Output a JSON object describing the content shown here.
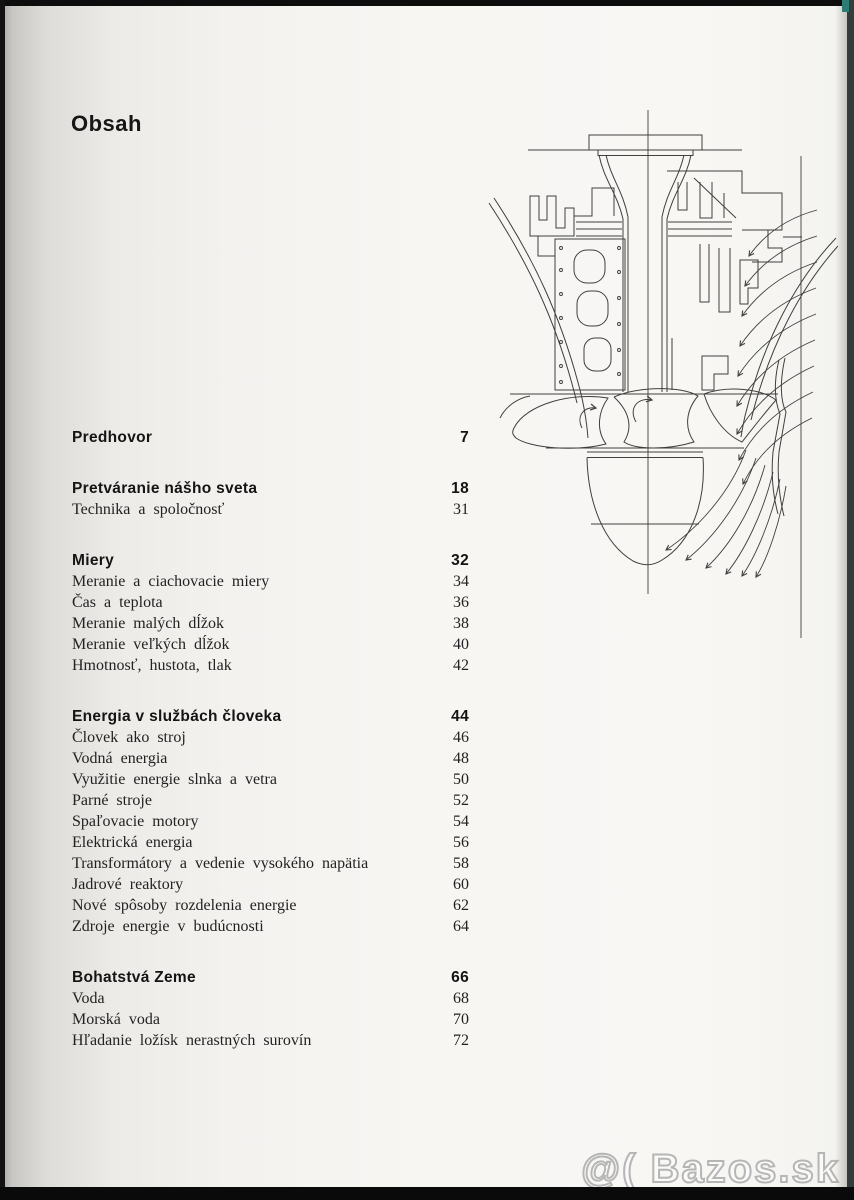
{
  "page": {
    "title": "Obsah",
    "watermark": "@( Bazos.sk",
    "drawing": {
      "name": "water-turbine-cross-section"
    },
    "colors": {
      "ink": "#3f3f3f",
      "text": "#1b1b1b",
      "frame": "#0d0d0d",
      "teal_corner": "#2e7d74"
    }
  },
  "toc": {
    "sections": [
      {
        "title": "Predhovor",
        "page": "7",
        "entries": []
      },
      {
        "title": "Pretváranie nášho sveta",
        "page": "18",
        "entries": [
          {
            "label": "Technika a spoločnosť",
            "page": "31"
          }
        ]
      },
      {
        "title": "Miery",
        "page": "32",
        "entries": [
          {
            "label": "Meranie a ciachovacie miery",
            "page": "34"
          },
          {
            "label": "Čas a teplota",
            "page": "36"
          },
          {
            "label": "Meranie malých dĺžok",
            "page": "38"
          },
          {
            "label": "Meranie veľkých dĺžok",
            "page": "40"
          },
          {
            "label": "Hmotnosť, hustota, tlak",
            "page": "42"
          }
        ]
      },
      {
        "title": "Energia v službách človeka",
        "page": "44",
        "entries": [
          {
            "label": "Človek ako stroj",
            "page": "46"
          },
          {
            "label": "Vodná energia",
            "page": "48"
          },
          {
            "label": "Využitie energie slnka a vetra",
            "page": "50"
          },
          {
            "label": "Parné stroje",
            "page": "52"
          },
          {
            "label": "Spaľovacie motory",
            "page": "54"
          },
          {
            "label": "Elektrická energia",
            "page": "56"
          },
          {
            "label": "Transformátory a vedenie vysokého napätia",
            "page": "58"
          },
          {
            "label": "Jadrové reaktory",
            "page": "60"
          },
          {
            "label": "Nové spôsoby rozdelenia energie",
            "page": "62"
          },
          {
            "label": "Zdroje energie v budúcnosti",
            "page": "64"
          }
        ]
      },
      {
        "title": "Bohatstvá Zeme",
        "page": "66",
        "entries": [
          {
            "label": "Voda",
            "page": "68"
          },
          {
            "label": "Morská voda",
            "page": "70"
          },
          {
            "label": "Hľadanie ložísk nerastných surovín",
            "page": "72"
          }
        ]
      }
    ]
  }
}
